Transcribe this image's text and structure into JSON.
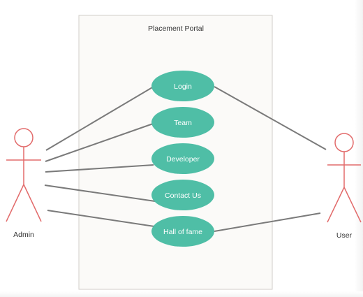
{
  "diagram": {
    "system_title": "Placement Portal",
    "actors": {
      "admin": {
        "label": "Admin"
      },
      "user": {
        "label": "User"
      }
    },
    "use_cases": [
      {
        "id": "login",
        "label": "Login"
      },
      {
        "id": "team",
        "label": "Team"
      },
      {
        "id": "developer",
        "label": "Developer"
      },
      {
        "id": "contact",
        "label": "Contact Us"
      },
      {
        "id": "hall",
        "label": "Hall of fame"
      }
    ],
    "associations": [
      {
        "from": "admin",
        "to": "login"
      },
      {
        "from": "admin",
        "to": "team"
      },
      {
        "from": "admin",
        "to": "developer"
      },
      {
        "from": "admin",
        "to": "contact"
      },
      {
        "from": "admin",
        "to": "hall"
      },
      {
        "from": "user",
        "to": "login"
      },
      {
        "from": "user",
        "to": "hall"
      }
    ],
    "colors": {
      "usecase_fill": "#4fbea6",
      "actor_stroke": "#e26b6b",
      "line": "#7a7a7a",
      "boundary_fill": "#fbfaf8",
      "boundary_stroke": "#d0cdc8"
    }
  }
}
